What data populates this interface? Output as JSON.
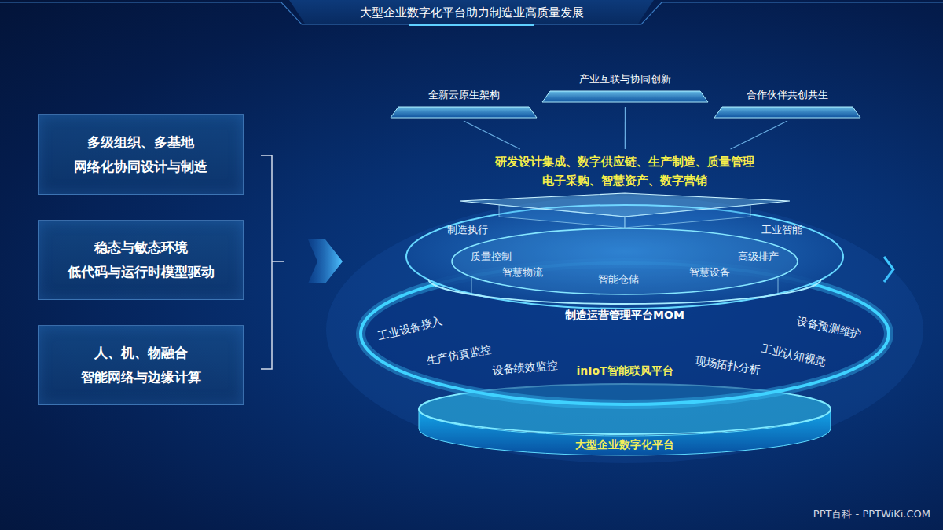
{
  "diagram": {
    "title": "大型企业数字化平台助力制造业高质量发展",
    "nodes": [
      {
        "text": [
          "多级组织、多基地 网络化协同设计与制造"
        ]
      },
      {
        "text": [
          "稳态与敏态环境 低代码与运行时模型驱动"
        ]
      },
      {
        "text": [
          "人、机、物融合 智能网络与边缘计算"
        ]
      },
      {
        "text": [
          "全新云原生架构"
        ]
      },
      {
        "text": [
          "产业互联与协同创新"
        ]
      },
      {
        "text": [
          "合作伙伴共创共生"
        ]
      },
      {
        "text": [
          "研发设计集成、数字供应链、生产制造、质量管理 电子采购、智慧资产、数字营销"
        ]
      },
      {
        "text": [
          "制造执行",
          "工业智能",
          "质量控制",
          "高级排产",
          "智慧物流",
          "智能仓储",
          "智慧设备",
          "制造运营管理平台MOM"
        ]
      },
      {
        "text": [
          "工业设备接入",
          "设备预测维护",
          "生产仿真监控",
          "工业认知视觉",
          "设备绩效监控",
          "现场拓扑分析",
          "inIoT智能联风平台"
        ]
      },
      {
        "text": [
          "大型企业数字化平台"
        ]
      }
    ],
    "edges": [
      {
        "from": 3,
        "to": 6,
        "arrow": "none"
      },
      {
        "from": 4,
        "to": 6,
        "arrow": "none"
      },
      {
        "from": 5,
        "to": 6,
        "arrow": "none"
      }
    ],
    "labels": [
      "PPT百科 - PPTWiKi.COM"
    ]
  }
}
